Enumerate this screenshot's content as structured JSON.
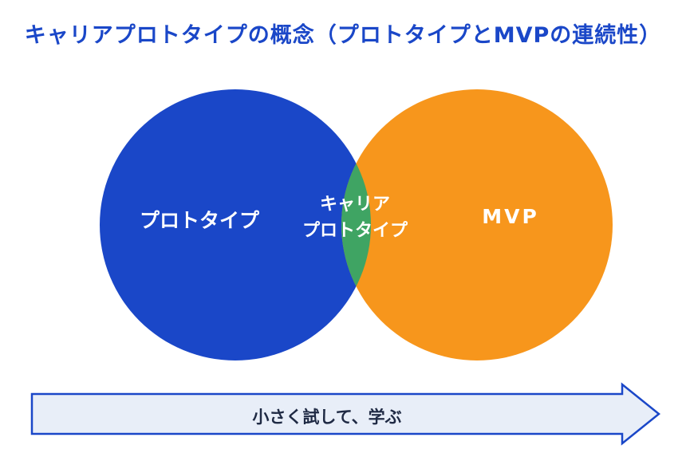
{
  "title": "キャリアプロトタイプの概念（プロトタイプとMVPの連続性）",
  "left_circle": {
    "label": "プロトタイプ",
    "color": "#1a47c8"
  },
  "right_circle": {
    "label": "MVP",
    "color": "#f7961c"
  },
  "overlap": {
    "label_line1": "キャリア",
    "label_line2": "プロトタイプ",
    "color": "#3fa463"
  },
  "arrow": {
    "label": "小さく試して、学ぶ",
    "fill": "#e8eef8",
    "stroke": "#1a47c8"
  }
}
